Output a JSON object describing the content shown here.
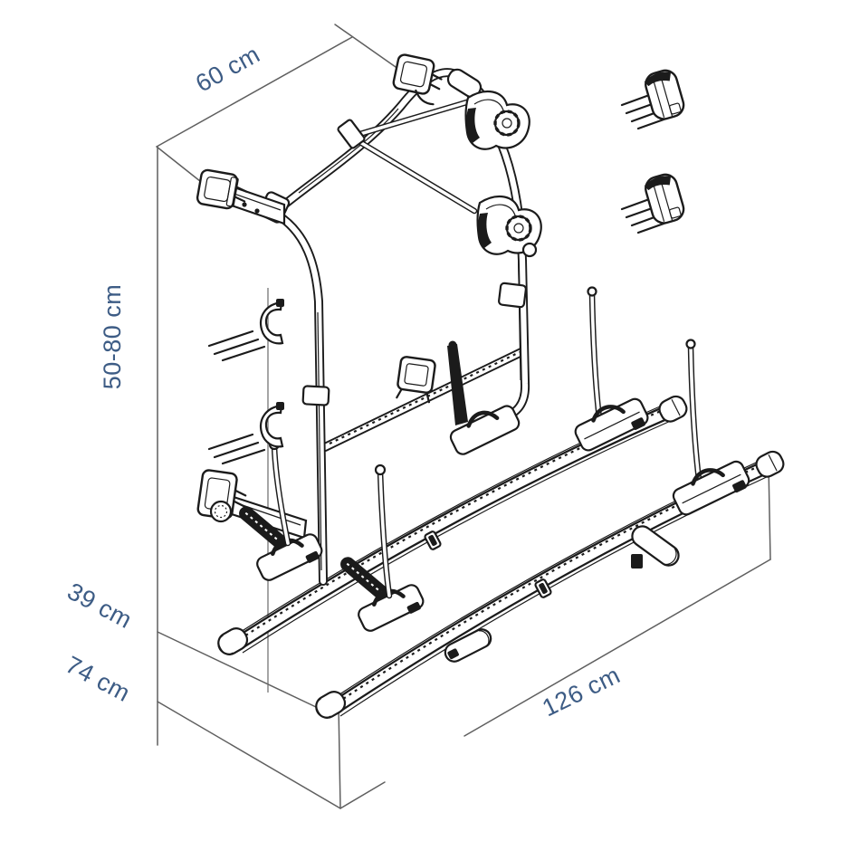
{
  "diagram": {
    "type": "technical-dimension-drawing",
    "subject": "wall-mounted bike carrier rack (isometric line drawing)",
    "dimensions": {
      "top_width": {
        "label": "60 cm"
      },
      "height": {
        "label": "50-80 cm"
      },
      "depth_upper": {
        "label": "39 cm"
      },
      "depth_total": {
        "label": "74 cm"
      },
      "rail_length": {
        "label": "126 cm"
      }
    },
    "colors": {
      "background": "#ffffff",
      "line_art": "#1b1b1b",
      "dimension_line": "#5f5f5f",
      "dimension_text": "#3d5c85"
    }
  }
}
